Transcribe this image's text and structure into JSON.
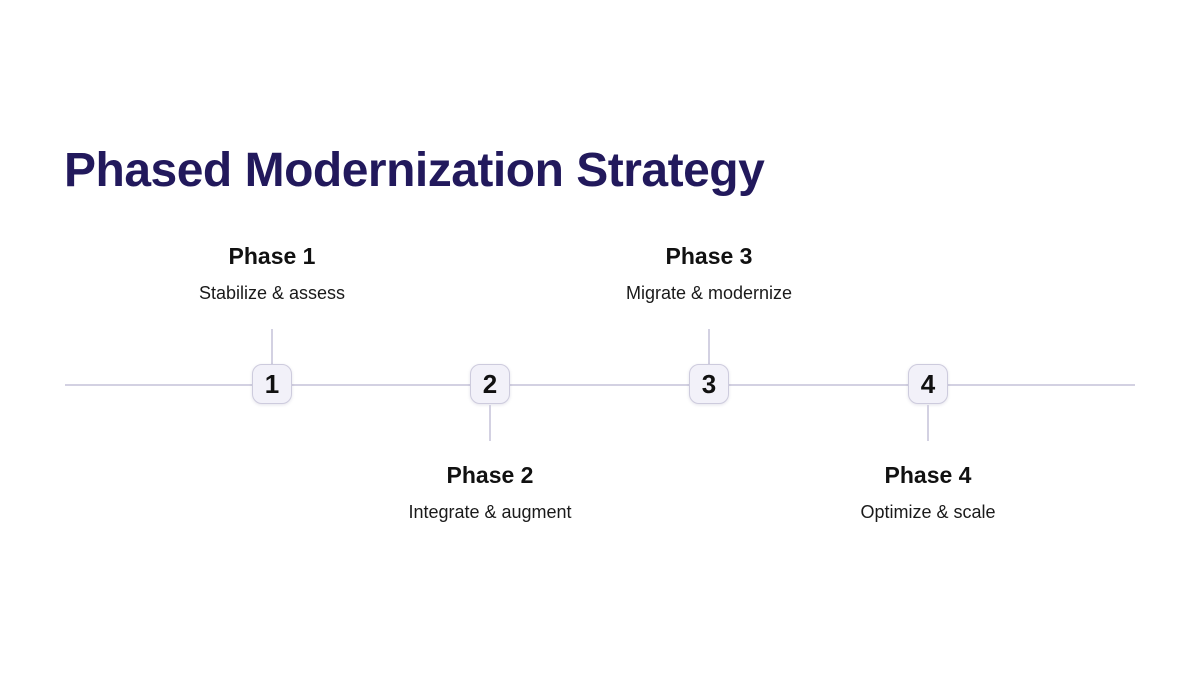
{
  "title": "Phased Modernization Strategy",
  "phases": [
    {
      "number": "1",
      "title": "Phase 1",
      "description": "Stabilize & assess"
    },
    {
      "number": "2",
      "title": "Phase 2",
      "description": "Integrate & augment"
    },
    {
      "number": "3",
      "title": "Phase 3",
      "description": "Migrate & modernize"
    },
    {
      "number": "4",
      "title": "Phase 4",
      "description": "Optimize & scale"
    }
  ],
  "colors": {
    "title": "#22195c",
    "line": "#d3d1e2",
    "node_fill": "#f2f1f9",
    "node_border": "#cdcbdd",
    "text": "#111111"
  }
}
